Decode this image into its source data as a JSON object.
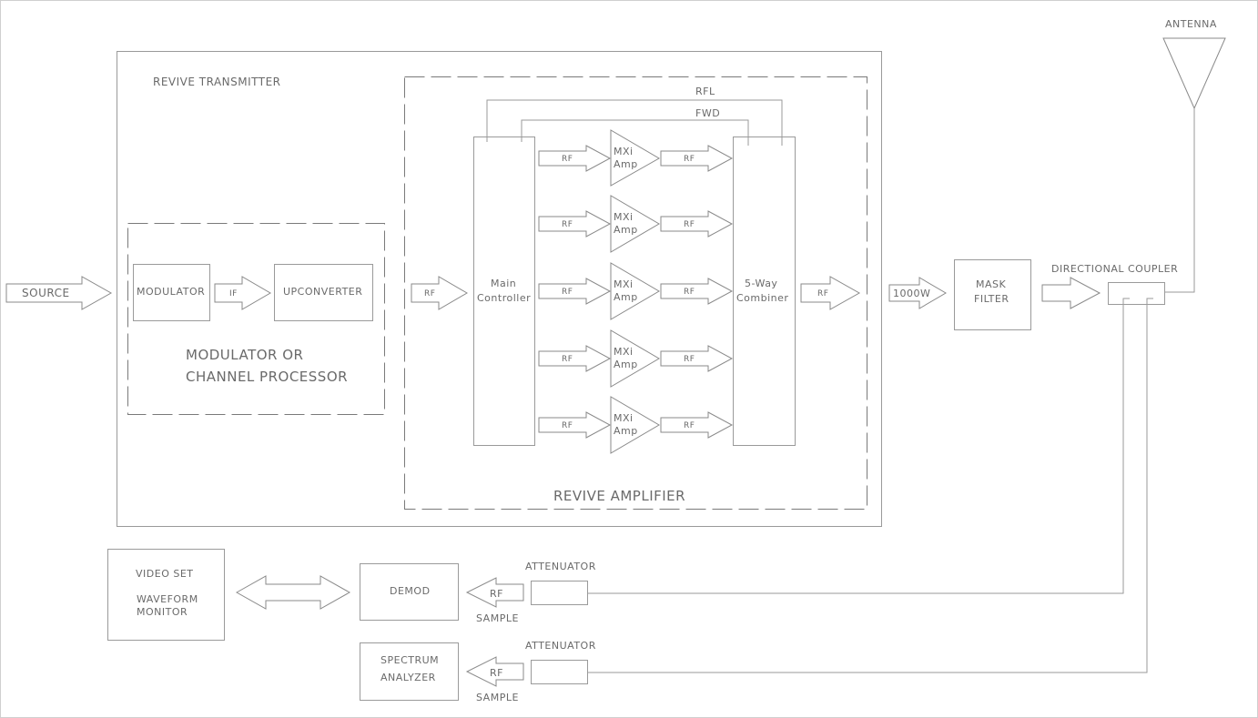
{
  "labels": {
    "source": "SOURCE",
    "transmitter": "REVIVE TRANSMITTER",
    "modulator": "MODULATOR",
    "if": "IF",
    "upconverter": "UPCONVERTER",
    "mod_group_1": "MODULATOR OR",
    "mod_group_2": "CHANNEL PROCESSOR",
    "rf": "RF",
    "main_controller_1": "Main",
    "main_controller_2": "Controller",
    "amp_1": "MXi",
    "amp_2": "Amp",
    "combiner_1": "5-Way",
    "combiner_2": "Combiner",
    "rfl": "RFL",
    "fwd": "FWD",
    "amplifier": "REVIVE AMPLIFIER",
    "power": "1000W",
    "mask_1": "MASK",
    "mask_2": "FILTER",
    "coupler": "DIRECTIONAL COUPLER",
    "antenna": "ANTENNA",
    "video_set": "VIDEO SET",
    "waveform_1": "WAVEFORM",
    "waveform_2": "MONITOR",
    "demod": "DEMOD",
    "attenuator": "ATTENUATOR",
    "sample": "SAMPLE",
    "spectrum_1": "SPECTRUM",
    "spectrum_2": "ANALYZER"
  },
  "amplifier_count": 5
}
